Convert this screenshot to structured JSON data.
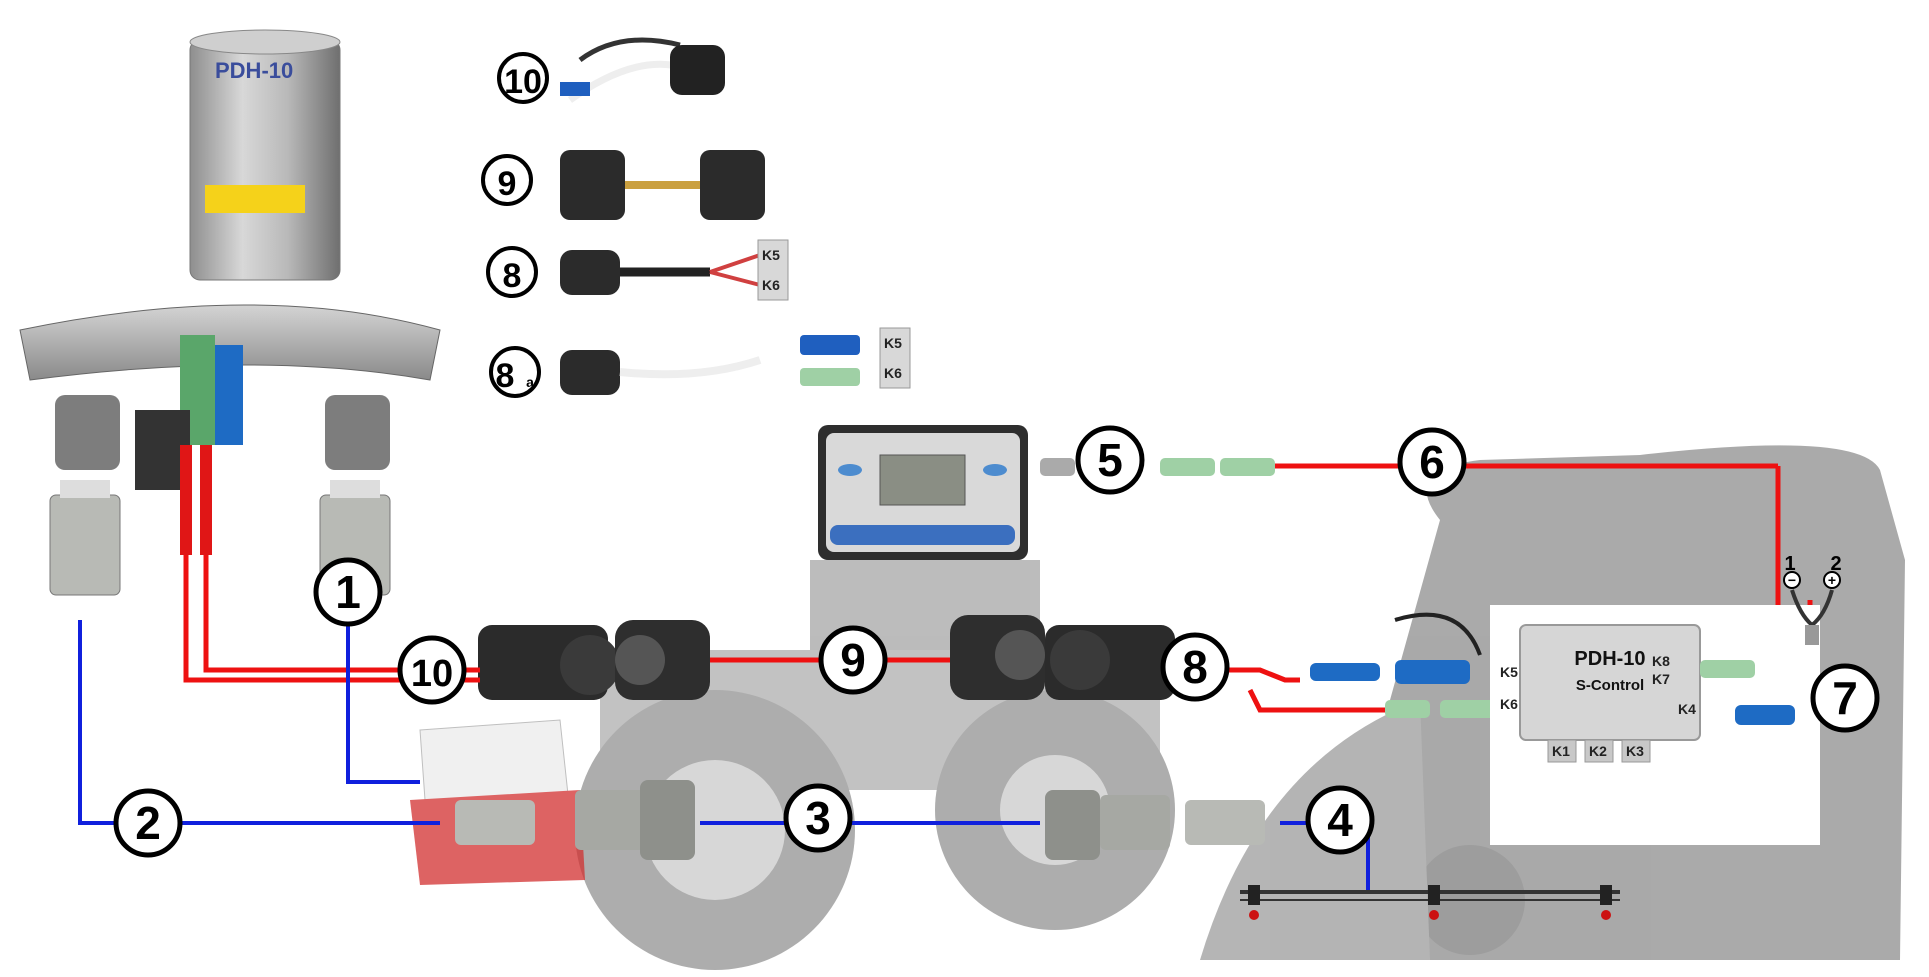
{
  "unit_brand": "PDH-10",
  "control_box": {
    "title": "PDH-10",
    "subtitle": "S-Control"
  },
  "connectors": {
    "k1": "K1",
    "k2": "K2",
    "k3": "K3",
    "k4": "K4",
    "k5": "K5",
    "k6": "K6",
    "k7": "K7",
    "k8": "K8"
  },
  "legend_parts": {
    "p10": "10",
    "p9": "9",
    "p8": "8",
    "p8a": "8a",
    "k5": "K5",
    "k6": "K6"
  },
  "callouts": {
    "c1": "1",
    "c2": "2",
    "c3": "3",
    "c4": "4",
    "c5": "5",
    "c6": "6",
    "c7": "7",
    "c8": "8",
    "c9": "9",
    "c10": "10"
  },
  "battery": {
    "neg_num": "1",
    "pos_num": "2",
    "neg_sign": "−",
    "pos_sign": "+"
  },
  "colors": {
    "electric": "#ee1111",
    "hydraulic": "#1020dd",
    "background_silhouette": "#9a9a9a"
  }
}
